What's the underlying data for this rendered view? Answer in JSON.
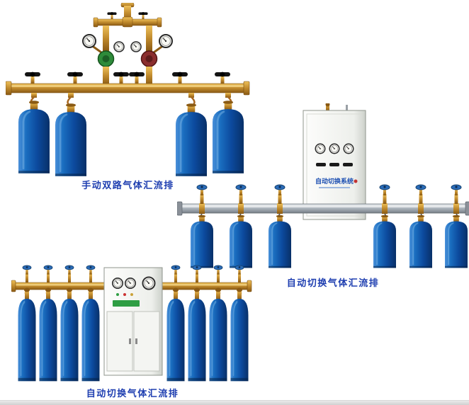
{
  "figures": [
    {
      "caption": "手动双路气体汇流排",
      "description": "manual dual-line brass gas manifold with pressure regulators, gauges, black valve handwheels and 4 blue gas cylinders",
      "cylinders": 4
    },
    {
      "caption": "自动切换气体汇流排",
      "cabinet_label": "自动切换系统",
      "description": "automatic switching gas manifold with white control cabinet, steel manifold pipe and 6 blue gas cylinders",
      "cylinders": 6
    },
    {
      "caption": "自动切换气体汇流排",
      "description": "automatic switching gas manifold with center control cabinet, brass manifold pipes and 8 tall blue gas cylinders",
      "cylinders": 8
    }
  ],
  "colors": {
    "caption_text": "#1e3eb0",
    "brass_pipe": "#c08a2d",
    "cylinder_blue": "#0c4a9e",
    "steel_pipe": "#aab2ba",
    "cabinet_body": "#eef0ec",
    "regulator_green": "#2e8b3a",
    "regulator_red": "#8b2e2e",
    "background": "#ffffff"
  }
}
